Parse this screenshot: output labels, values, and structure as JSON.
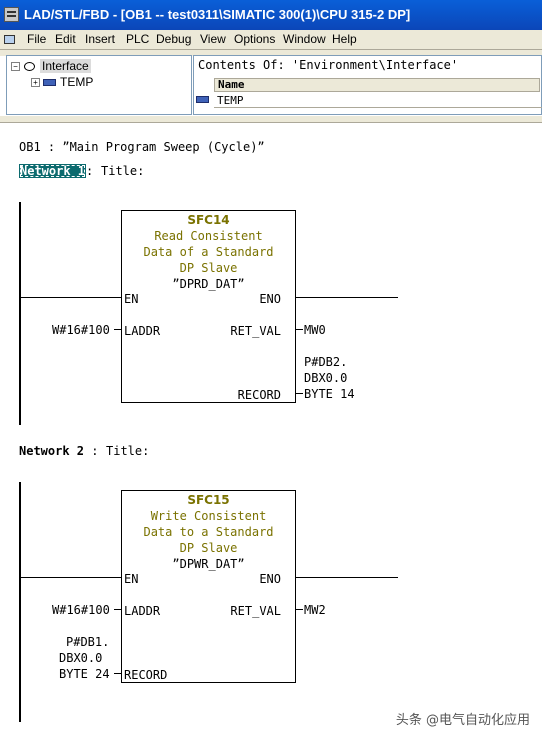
{
  "window": {
    "title": "LAD/STL/FBD - [OB1 -- test0311\\SIMATIC 300(1)\\CPU 315-2 DP]"
  },
  "menu": [
    "File",
    "Edit",
    "Insert",
    "PLC",
    "Debug",
    "View",
    "Options",
    "Window",
    "Help"
  ],
  "interface_tree": {
    "root": {
      "label": "Interface",
      "expander": "−"
    },
    "child": {
      "label": "TEMP",
      "expander": "+"
    }
  },
  "contents": {
    "label": "Contents Of: 'Environment\\Interface'",
    "column_header": "Name",
    "rows": [
      "TEMP"
    ]
  },
  "editor": {
    "block_comment": "OB1 :  ”Main Program Sweep (Cycle)”",
    "networks": [
      {
        "label": "Network 1",
        "sep": ":",
        "title": "Title:",
        "block": {
          "name": "SFC14",
          "comment": [
            "Read Consistent",
            "Data of a Standard",
            "DP Slave"
          ],
          "symbol": "”DPRD_DAT”",
          "en": "EN",
          "eno": "ENO",
          "inputs": [
            {
              "pin": "LADDR",
              "value": "W#16#100"
            }
          ],
          "outputs": [
            {
              "pin": "RET_VAL",
              "value": "MW0"
            },
            {
              "pin": "RECORD",
              "value": "BYTE 14",
              "value_lines": [
                "P#DB2.",
                "DBX0.0"
              ]
            }
          ]
        }
      },
      {
        "label": "Network 2",
        "sep": ":",
        "title": "Title:",
        "block": {
          "name": "SFC15",
          "comment": [
            "Write Consistent",
            "Data to a Standard",
            "DP Slave"
          ],
          "symbol": "”DPWR_DAT”",
          "en": "EN",
          "eno": "ENO",
          "inputs": [
            {
              "pin": "LADDR",
              "value": "W#16#100"
            },
            {
              "pin": "RECORD",
              "value": "BYTE 24",
              "value_lines": [
                "P#DB1.",
                "DBX0.0"
              ]
            }
          ],
          "outputs": [
            {
              "pin": "RET_VAL",
              "value": "MW2"
            }
          ]
        }
      }
    ]
  },
  "watermark": "头条 @电气自动化应用"
}
